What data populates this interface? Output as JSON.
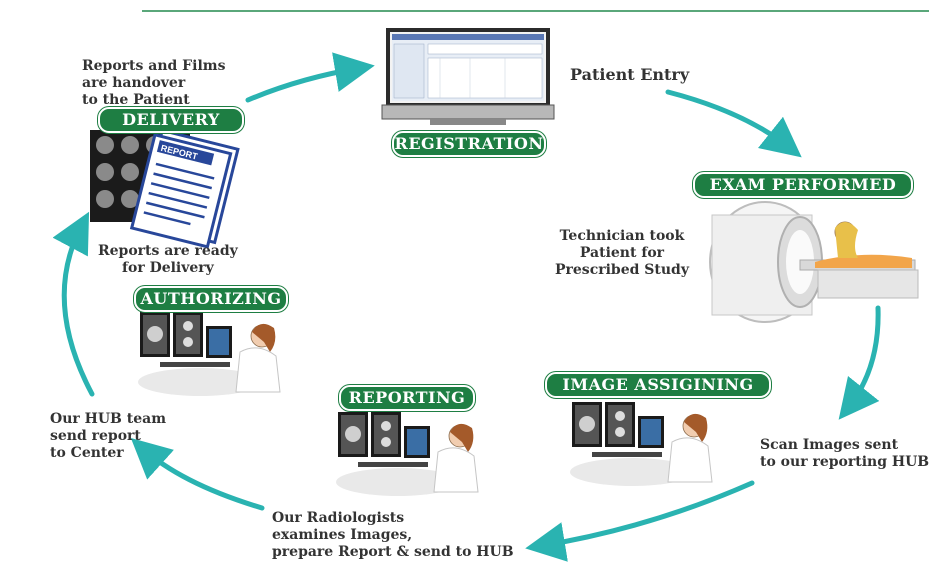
{
  "stages": {
    "registration": "REGISTRATION",
    "exam": "EXAM PERFORMED",
    "image_assigning": "IMAGE ASSIGINING",
    "reporting": "REPORTING",
    "authorizing": "AUTHORIZING",
    "delivery": "DELIVERY"
  },
  "captions": {
    "patient_entry": "Patient Entry",
    "technician": [
      "Technician took",
      "Patient for",
      "Prescribed Study"
    ],
    "scan_sent": [
      "Scan Images sent",
      "to our reporting HUB"
    ],
    "radiologists": [
      "Our Radiologists",
      "examines Images,",
      "prepare Report & send to HUB"
    ],
    "hub_team": [
      "Our HUB team",
      "send report",
      "to Center"
    ],
    "ready": [
      "Reports are ready",
      "for Delivery"
    ],
    "handover": [
      "Reports and Films",
      "are handover",
      "to the Patient"
    ]
  },
  "report_doc_label": "REPORT",
  "colors": {
    "arrow": "#2ab3b1",
    "label_bg": "#1e7e43",
    "accent_line": "#5aa77a"
  }
}
